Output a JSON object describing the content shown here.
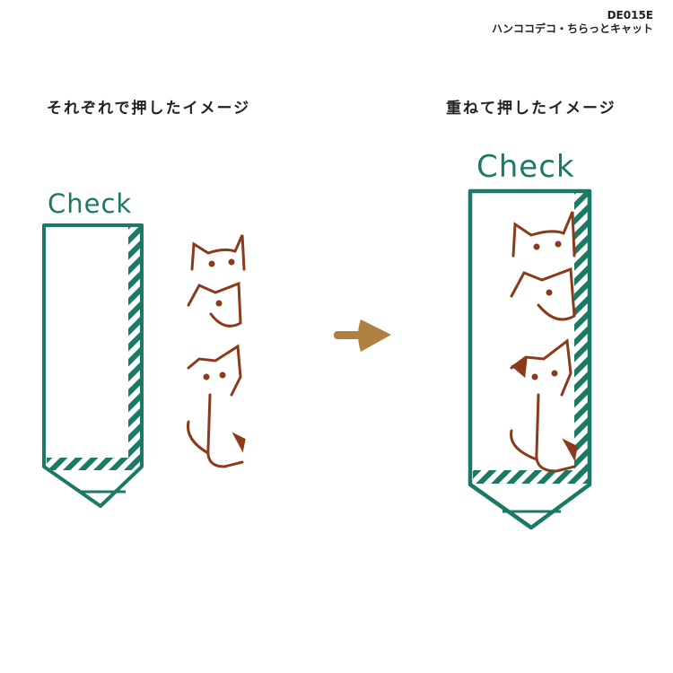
{
  "product": {
    "code": "DE015E",
    "name": "ハンココデコ・ちらっとキャット"
  },
  "left": {
    "caption": "それぞれで押したイメージ",
    "stamp_text": "Check"
  },
  "right": {
    "caption": "重ねて押したイメージ",
    "stamp_text": "Check"
  },
  "colors": {
    "frame": "#1a7a66",
    "cat": "#8b3a1a",
    "arrow": "#b08040"
  },
  "icons": {
    "arrow": "arrow-right-icon"
  }
}
